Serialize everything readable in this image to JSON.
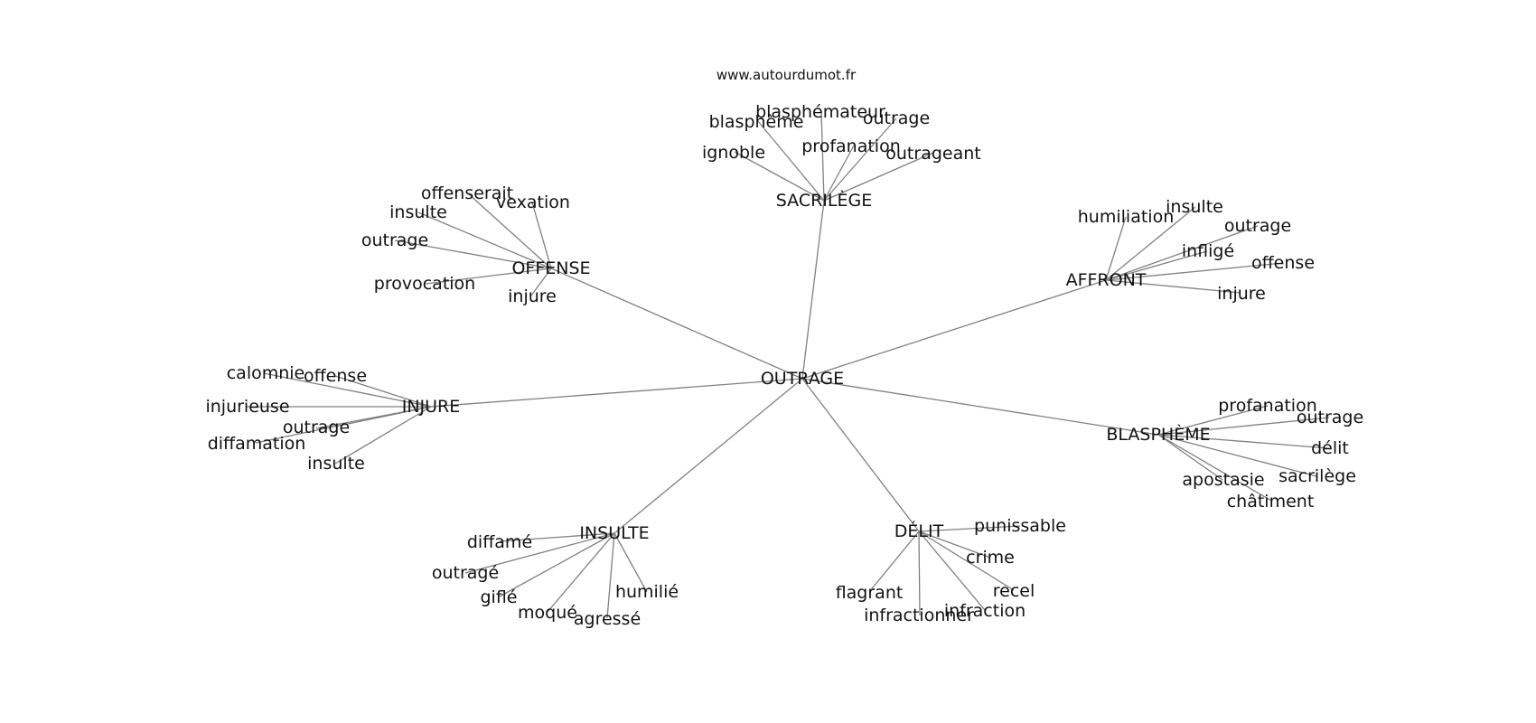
{
  "source": "www.autourdumot.fr",
  "center": "OUTRAGE",
  "groups": [
    {
      "hub": "SACRILÈGE",
      "words": [
        "blasphémateur",
        "blasphème",
        "outrage",
        "profanation",
        "ignoble",
        "outrageant"
      ]
    },
    {
      "hub": "OFFENSE",
      "words": [
        "offenserait",
        "vexation",
        "insulte",
        "outrage",
        "provocation",
        "injure"
      ]
    },
    {
      "hub": "AFFRONT",
      "words": [
        "humiliation",
        "insulte",
        "outrage",
        "infligé",
        "offense",
        "injure"
      ]
    },
    {
      "hub": "INJURE",
      "words": [
        "calomnie",
        "offense",
        "injurieuse",
        "outrage",
        "diffamation",
        "insulte"
      ]
    },
    {
      "hub": "BLASPHÈME",
      "words": [
        "profanation",
        "outrage",
        "délit",
        "sacrilège",
        "apostasie",
        "châtiment"
      ]
    },
    {
      "hub": "INSULTE",
      "words": [
        "diffamé",
        "outragé",
        "giflé",
        "moqué",
        "agressé",
        "humilié"
      ]
    },
    {
      "hub": "DÉLIT",
      "words": [
        "punissable",
        "crime",
        "recel",
        "infraction",
        "infractionner",
        "flagrant"
      ]
    }
  ]
}
